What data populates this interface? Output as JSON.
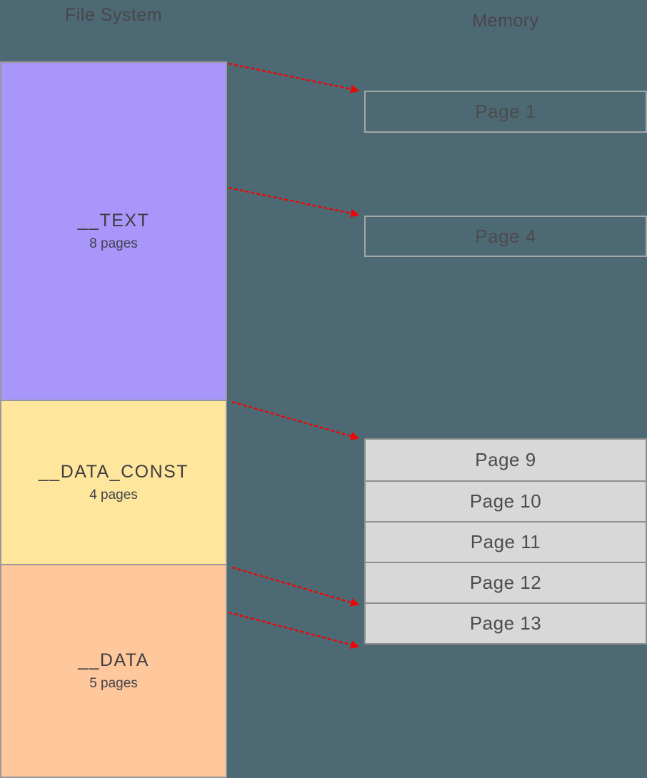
{
  "titles": {
    "file_system": "File System",
    "memory": "Memory"
  },
  "colors": {
    "background": "#4d6a74",
    "column_border": "#97979c",
    "page_border": "#a6a6a6",
    "stack_border": "#8f8f8f",
    "page_fill": "#d8d8d8",
    "arrow": "#ee0505",
    "heading_text": "#4a444b",
    "segment_text": "#3f3c42",
    "page_text": "#4c4c4c"
  },
  "file_system": {
    "segments": [
      {
        "name": "__TEXT",
        "size": "8 pages",
        "color": "#a896fb"
      },
      {
        "name": "__DATA_CONST",
        "size": "4 pages",
        "color": "#fee79c"
      },
      {
        "name": "__DATA",
        "size": "5 pages",
        "color": "#fec89c"
      }
    ]
  },
  "memory": {
    "floating_pages": [
      {
        "label": "Page 1"
      },
      {
        "label": "Page 4"
      }
    ],
    "stacked_pages": [
      {
        "label": "Page 9"
      },
      {
        "label": "Page 10"
      },
      {
        "label": "Page 11"
      },
      {
        "label": "Page 12"
      },
      {
        "label": "Page 13"
      }
    ]
  },
  "mappings": [
    {
      "from": "__TEXT",
      "to": "Page 1"
    },
    {
      "from": "__TEXT",
      "to": "Page 4"
    },
    {
      "from": "__DATA_CONST",
      "to": "Page 9"
    },
    {
      "from": "__DATA",
      "to": "Page 13"
    },
    {
      "from": "__DATA",
      "to": "Page 13 end"
    }
  ]
}
